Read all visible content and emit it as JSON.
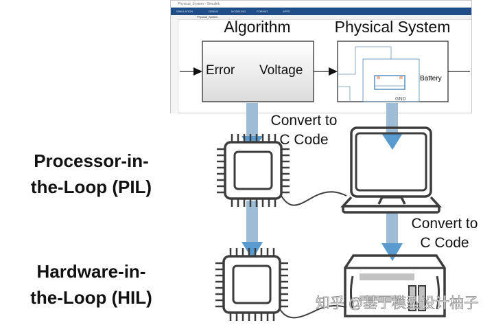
{
  "window": {
    "title": "Physical_System - Simulink",
    "ribbon_tabs": [
      "SIMULATION",
      "DEBUG",
      "MODELING",
      "FORMAT",
      "APPS"
    ],
    "breadcrumb": "Physical_System",
    "ribbon_color": "#1f4e86"
  },
  "model": {
    "algorithm_title": "Algorithm",
    "physical_title": "Physical System",
    "input_port": "Error",
    "output_port": "Voltage",
    "battery_label": "Battery",
    "gnd_label": "GND"
  },
  "annotations": {
    "convert_1_line1": "Convert to",
    "convert_1_line2": "C Code",
    "convert_2_line1": "Convert to",
    "convert_2_line2": "C Code"
  },
  "labels": {
    "pil_line1": "Processor-in-",
    "pil_line2": "the-Loop (PIL)",
    "hil_line1": "Hardware-in-",
    "hil_line2": "the-Loop (HIL)"
  },
  "watermark": "知乎 @基于模型设计柚子",
  "colors": {
    "arrow_shaft": "#9dbdd6",
    "arrow_head": "#5a9bcf",
    "icon_stroke": "#3c3c3c"
  }
}
